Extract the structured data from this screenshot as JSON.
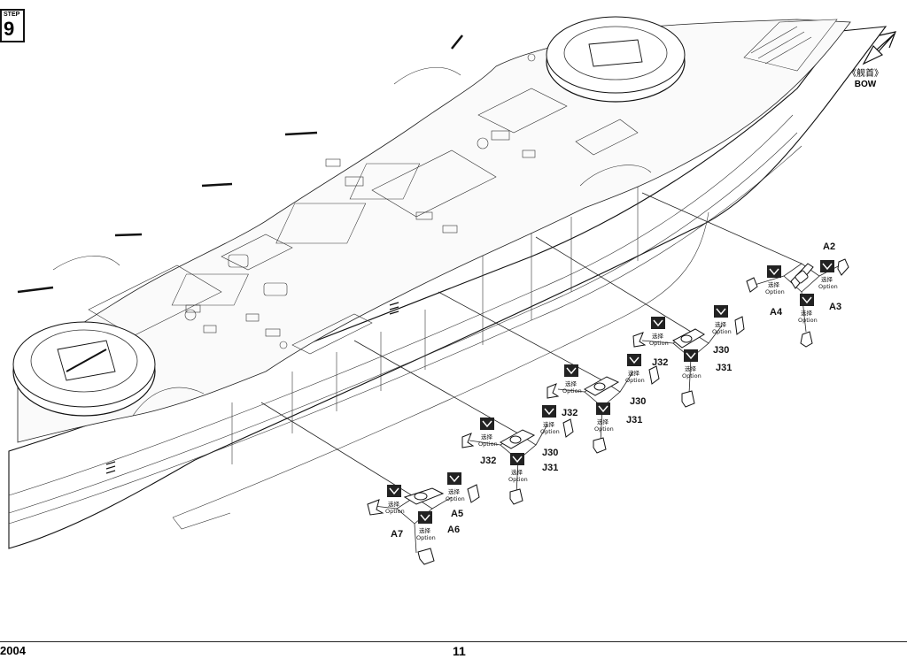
{
  "step": {
    "label": "STEP",
    "number": "9"
  },
  "direction": {
    "cn": "《舰首》",
    "en": "BOW"
  },
  "option_text": {
    "cn": "选择",
    "en": "Option"
  },
  "parts": {
    "A2": "A2",
    "A3": "A3",
    "A4": "A4",
    "A5": "A5",
    "A6": "A6",
    "A7": "A7",
    "J30": "J30",
    "J31": "J31",
    "J32": "J32"
  },
  "footer": {
    "kit_number": "2004",
    "page_number": "11"
  }
}
